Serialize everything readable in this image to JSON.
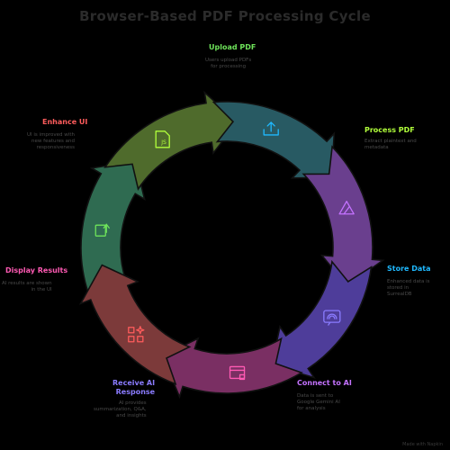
{
  "title": "Browser-Based PDF Processing Cycle",
  "credit": "Made with Napkin",
  "steps": [
    {
      "label": "Upload PDF",
      "desc": "Users upload PDFs\nfor processing",
      "color": "#6ee35a",
      "fill": "#2f6b51"
    },
    {
      "label": "Process PDF",
      "desc": "Extract plaintext and\nmetadata",
      "color": "#b1ff3b",
      "fill": "#4f6b2c"
    },
    {
      "label": "Store Data",
      "desc": "Enhanced data is\nstored in\nSurrealDB",
      "color": "#1fb9ff",
      "fill": "#285a63"
    },
    {
      "label": "Connect to AI",
      "desc": "Data is sent to\nGoogle Gemini AI\nfor analysis",
      "color": "#c472ff",
      "fill": "#6a3f8e"
    },
    {
      "label": "Receive AI\nResponse",
      "desc": "AI provides\nsummarization, Q&A,\nand insights",
      "color": "#8a7bff",
      "fill": "#4e3d9a"
    },
    {
      "label": "Display Results",
      "desc": "AI results are shown\nin the UI",
      "color": "#ff5ab4",
      "fill": "#7a2f63"
    },
    {
      "label": "Enhance UI",
      "desc": "UI is improved with\nnew features and\nresponsiveness",
      "color": "#ff5c5c",
      "fill": "#7c3a3a"
    }
  ],
  "icons": [
    "note-arrow-icon",
    "js-file-icon",
    "upload-tray-icon",
    "drive-triangle-icon",
    "message-rainbow-icon",
    "window-grid-icon",
    "apps-grid-icon"
  ]
}
